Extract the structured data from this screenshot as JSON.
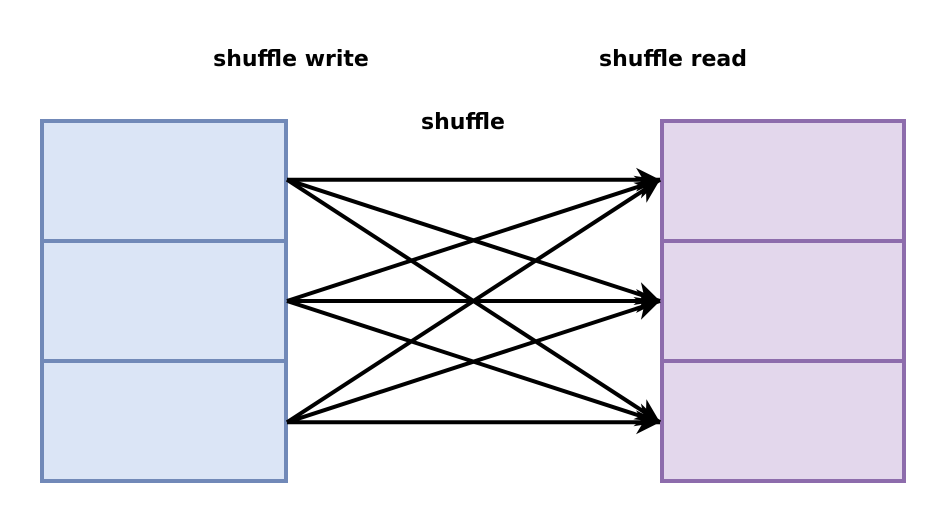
{
  "labels": {
    "shuffle_write": "shuffle write",
    "shuffle_read": "shuffle read",
    "shuffle": "shuffle"
  },
  "colors": {
    "background": "#ffffff",
    "left_box_fill": "#dbe5f6",
    "left_box_border": "#7189b8",
    "right_box_fill": "#e3d7ec",
    "right_box_border": "#8d6cac",
    "arrow": "#000000"
  },
  "diagram": {
    "type": "bipartite-flow",
    "left_partition_count": 3,
    "right_partition_count": 3,
    "connections": [
      [
        0,
        0
      ],
      [
        0,
        1
      ],
      [
        0,
        2
      ],
      [
        1,
        0
      ],
      [
        1,
        1
      ],
      [
        1,
        2
      ],
      [
        2,
        0
      ],
      [
        2,
        1
      ],
      [
        2,
        2
      ]
    ]
  }
}
